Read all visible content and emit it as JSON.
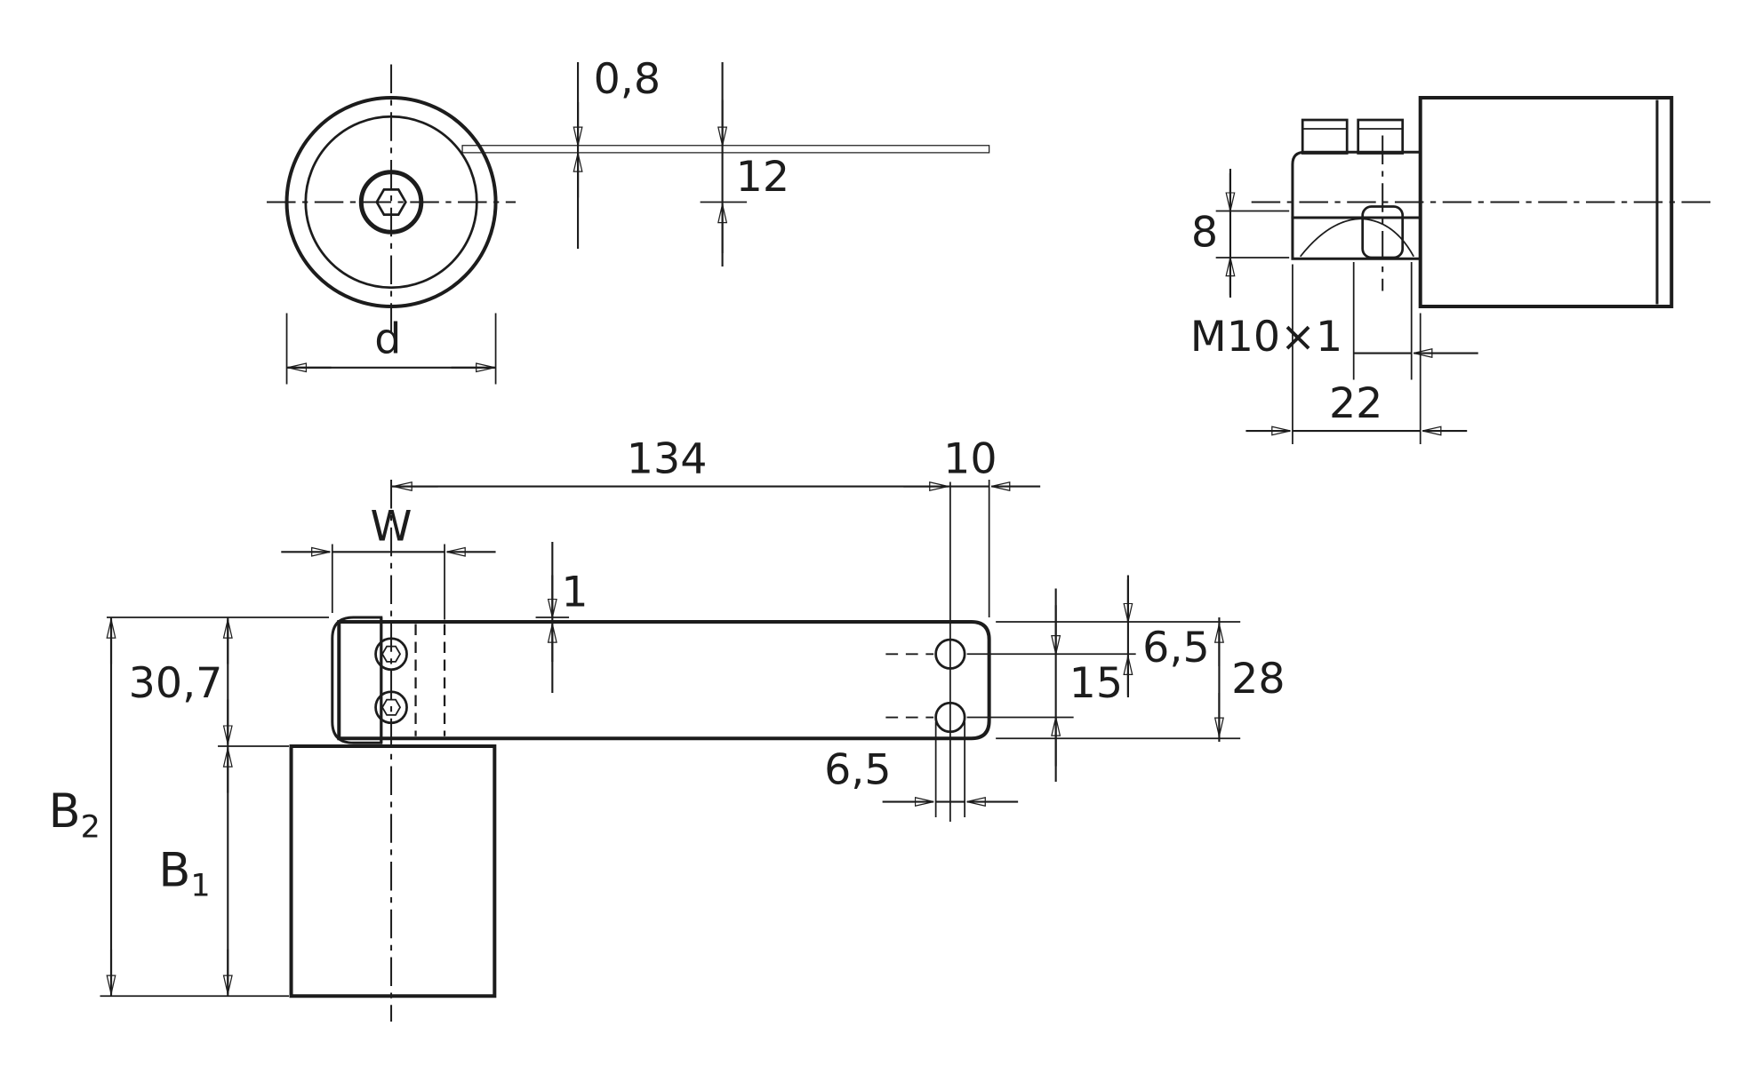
{
  "drawing": {
    "colors": {
      "roller_pink": "#cfbac6",
      "strip_mint": "#dbeee5",
      "line_black": "#1c1c1c",
      "metal_light": "#f5f5f5",
      "metal_dark": "#787878",
      "background": "#ffffff"
    },
    "front_view": {
      "strip_thickness": "0,8",
      "strip_to_axis": "12",
      "roller_diameter_label": "d"
    },
    "side_view": {
      "clamp_band_height": "8",
      "thread_spec": "M10×1",
      "clamp_depth": "22"
    },
    "plan_view": {
      "strip_length": "134",
      "hole_to_end": "10",
      "clamp_width_label": "W",
      "strip_step": "1",
      "clamp_height_over_roller": "30,7",
      "overall_width_label": "B",
      "overall_width_sub": "2",
      "roller_width_label": "B",
      "roller_width_sub": "1",
      "hole_edge_offset": "6,5",
      "hole_pitch": "15",
      "strip_width": "28",
      "hole_diameter": "6,5"
    }
  }
}
